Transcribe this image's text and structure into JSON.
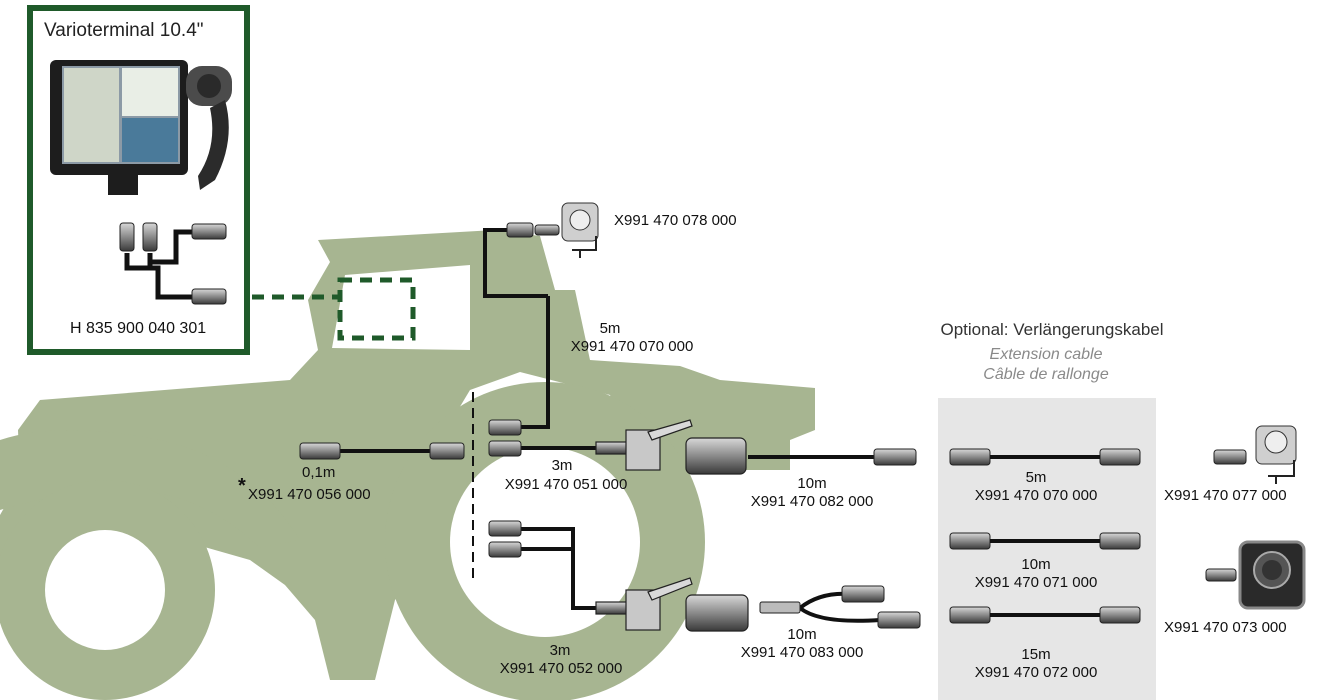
{
  "terminal": {
    "title": "Varioterminal 10.4\"",
    "adapter_partno": "H 835 900 040 301"
  },
  "cables": {
    "c056": {
      "length": "0,1m",
      "marker": "*",
      "partno": "X991 470 056 000"
    },
    "c078": {
      "partno": "X991 470 078 000"
    },
    "c070_cab": {
      "length": "5m",
      "partno": "X991 470 070 000"
    },
    "c051": {
      "length": "3m",
      "partno": "X991 470 051 000"
    },
    "c052": {
      "length": "3m",
      "partno": "X991 470 052 000"
    },
    "c082": {
      "length": "10m",
      "partno": "X991 470 082 000"
    },
    "c083": {
      "length": "10m",
      "partno": "X991 470 083 000"
    }
  },
  "optional": {
    "title": "Optional: Verlängerungskabel",
    "subtitle_en": "Extension cable",
    "subtitle_fr": "Câble de rallonge",
    "items": [
      {
        "length": "5m",
        "partno": "X991 470 070 000"
      },
      {
        "length": "10m",
        "partno": "X991 470 071 000"
      },
      {
        "length": "15m",
        "partno": "X991 470 072 000"
      }
    ]
  },
  "cameras": {
    "cam077": {
      "partno": "X991 470 077 000"
    },
    "cam073": {
      "partno": "X991 470 073 000"
    }
  },
  "colors": {
    "tractor": "#a7b591",
    "frame_green": "#1f5a2a",
    "optional_bg": "#e6e6e6",
    "cable": "#111111"
  }
}
